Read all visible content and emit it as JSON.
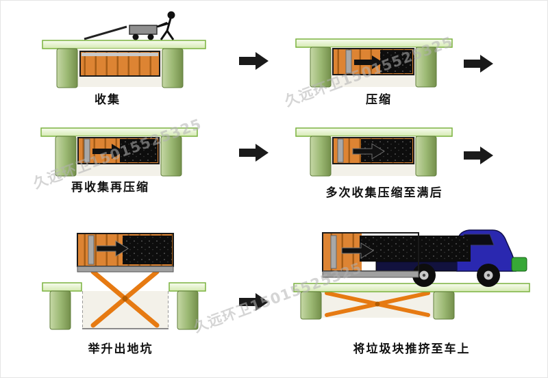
{
  "watermark": {
    "text": "久远环卫15015525325"
  },
  "steps": [
    {
      "id": 1,
      "label": "收集"
    },
    {
      "id": 2,
      "label": "压缩"
    },
    {
      "id": 3,
      "label": "再收集再压缩"
    },
    {
      "id": 4,
      "label": "多次收集压缩至满后"
    },
    {
      "id": 5,
      "label": "举升出地坑"
    },
    {
      "id": 6,
      "label": "将垃圾块推挤至车上"
    }
  ],
  "icons": {
    "flow_arrow": "right-arrow",
    "scissor_lift": "scissor-lift",
    "truck": "truck"
  },
  "colors": {
    "background": "#ffffff",
    "ground_light": "#e9f4d4",
    "ground_edge": "#7ab23f",
    "pit_wall": "#9cb974",
    "pit_wall_dark": "#748f4b",
    "container_orange": "#dd8433",
    "container_stripe": "#a55d17",
    "garbage_black": "#0d0d0d",
    "plunger_gray": "#a8a8a8",
    "scissor_orange": "#e67a12",
    "truck_cab_blue": "#2a28b0",
    "truck_bumper_green": "#37a837",
    "flow_arrow_black": "#1a1a1a",
    "watermark_gray": "#b3b3b3"
  }
}
